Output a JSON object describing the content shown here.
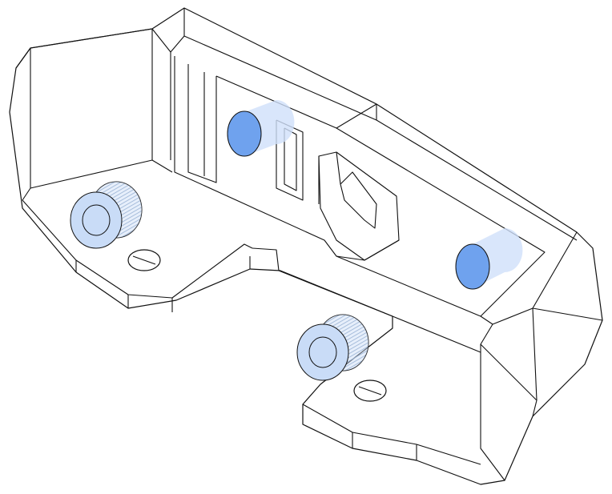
{
  "colors": {
    "background": "#ffffff",
    "line": "#111111",
    "knob_fill": "#c9dcf7",
    "knob_hatch": "#6f8fb8",
    "magnet_fill": "#6fa2ee",
    "magnet_ghost": "#cfe0fa"
  },
  "parts": [
    "bracket-body",
    "knurled-knob",
    "knurled-knob",
    "magnet",
    "magnet",
    "screw-hole",
    "screw-hole"
  ]
}
